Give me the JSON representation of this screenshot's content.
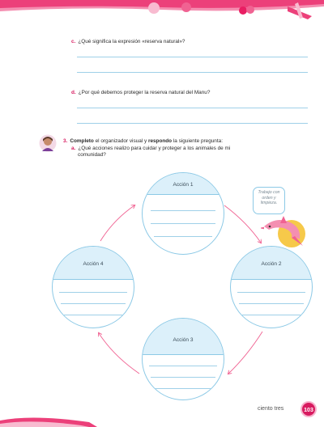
{
  "questions": {
    "c": {
      "label": "c.",
      "text": "¿Qué significa la expresión «reserva natural»?"
    },
    "d": {
      "label": "d.",
      "text": "¿Por qué debemos proteger la reserva natural del Manu?"
    }
  },
  "activity3": {
    "number": "3.",
    "bold1": "Completo",
    "text1": " el organizador visual y ",
    "bold2": "respondo",
    "text2": " la siguiente pregunta:",
    "sub_label": "a.",
    "sub_line1": "¿Qué acciones realizo para cuidar y proteger a los animales de mi",
    "sub_line2": "comunidad?"
  },
  "organizer": {
    "action1": "Acción 1",
    "action2": "Acción 2",
    "action3": "Acción 3",
    "action4": "Acción 4"
  },
  "tip": {
    "line1": "Trabajo con",
    "line2": "orden y",
    "line3": "limpieza."
  },
  "footer": {
    "text": "ciento tres",
    "page_number": "103"
  },
  "colors": {
    "accent": "#d81b60",
    "circle_border": "#8cc9e6",
    "circle_header": "#dcf0fa",
    "arrow": "#f06292"
  }
}
